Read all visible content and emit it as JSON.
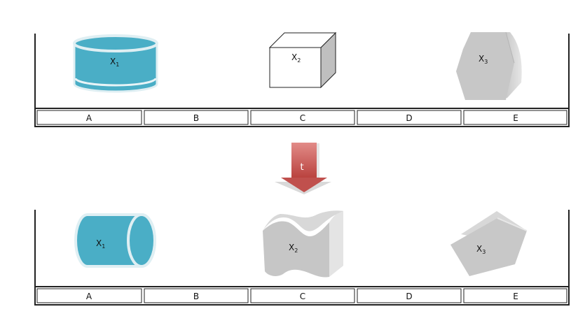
{
  "panels": [
    {
      "id": "before",
      "cells": [
        "A",
        "B",
        "C",
        "D",
        "E"
      ],
      "objects": [
        {
          "label": "X",
          "sub": "1",
          "shape": "upright-cylinder",
          "color": "#4aaec6"
        },
        {
          "label": "X",
          "sub": "2",
          "shape": "cube",
          "color": "#ffffff"
        },
        {
          "label": "X",
          "sub": "3",
          "shape": "hexagonal-prism",
          "color": "#c8c8c8"
        }
      ]
    },
    {
      "id": "after",
      "cells": [
        "A",
        "B",
        "C",
        "D",
        "E"
      ],
      "objects": [
        {
          "label": "X",
          "sub": "1",
          "shape": "lying-cylinder",
          "color": "#4aaec6"
        },
        {
          "label": "X",
          "sub": "2",
          "shape": "wavy-block",
          "color": "#c8c8c8"
        },
        {
          "label": "X",
          "sub": "3",
          "shape": "pentagonal-prism",
          "color": "#c8c8c8"
        }
      ]
    }
  ],
  "arrow": {
    "label": "t",
    "color": "#c0504d",
    "icon": "down-arrow-icon"
  }
}
